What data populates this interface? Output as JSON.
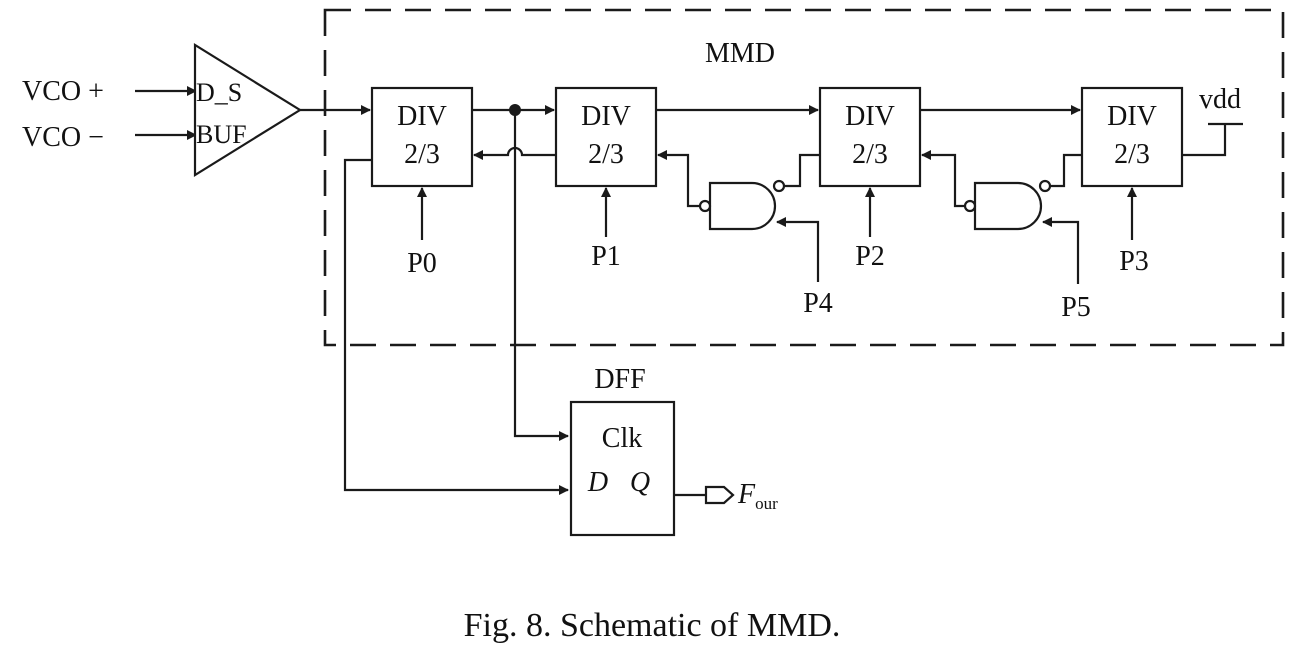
{
  "labels": {
    "vco_plus": "VCO +",
    "vco_minus": "VCO −",
    "buf_top": "D_S",
    "buf_bottom": "BUF",
    "mmd_title": "MMD",
    "vdd": "vdd",
    "dff_title": "DFF"
  },
  "dividers": [
    {
      "line1": "DIV",
      "line2": "2/3",
      "control": "P0"
    },
    {
      "line1": "DIV",
      "line2": "2/3",
      "control": "P1"
    },
    {
      "line1": "DIV",
      "line2": "2/3",
      "control": "P2"
    },
    {
      "line1": "DIV",
      "line2": "2/3",
      "control": "P3"
    }
  ],
  "gates": [
    {
      "control": "P4"
    },
    {
      "control": "P5"
    }
  ],
  "dff": {
    "clk": "Clk",
    "d": "D",
    "q": "Q"
  },
  "output": {
    "main": "F",
    "sub": "our"
  },
  "caption": "Fig. 8. Schematic of MMD."
}
